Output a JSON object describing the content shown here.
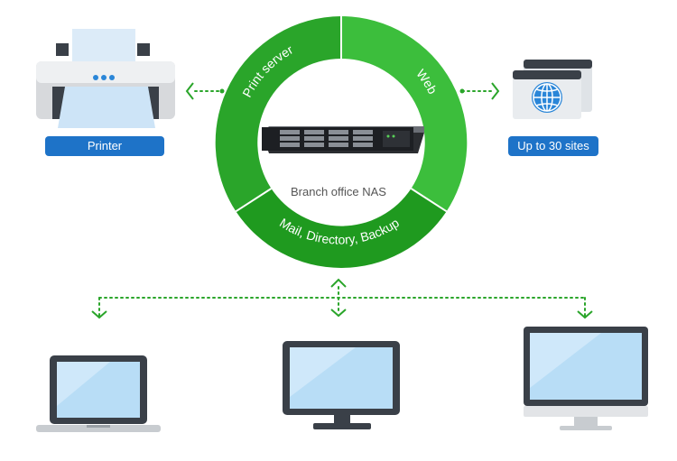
{
  "ring": {
    "segments": [
      {
        "label": "Print server",
        "color": "#2aa52a"
      },
      {
        "label": "Web",
        "color": "#3cbe3c"
      },
      {
        "label": "Mail, Directory, Backup",
        "color": "#1f9a1f"
      }
    ]
  },
  "nas": {
    "label": "Branch office NAS"
  },
  "printer": {
    "label": "Printer"
  },
  "web_sites": {
    "label": "Up to 30 sites"
  },
  "colors": {
    "badge": "#1e73c8",
    "connector": "#2aa52a",
    "device_frame": "#3a4048",
    "screen": "#b8ddf6"
  },
  "icons": [
    "printer-icon",
    "globe-icon",
    "laptop-icon",
    "monitor-icon",
    "imac-icon",
    "nas-icon"
  ]
}
